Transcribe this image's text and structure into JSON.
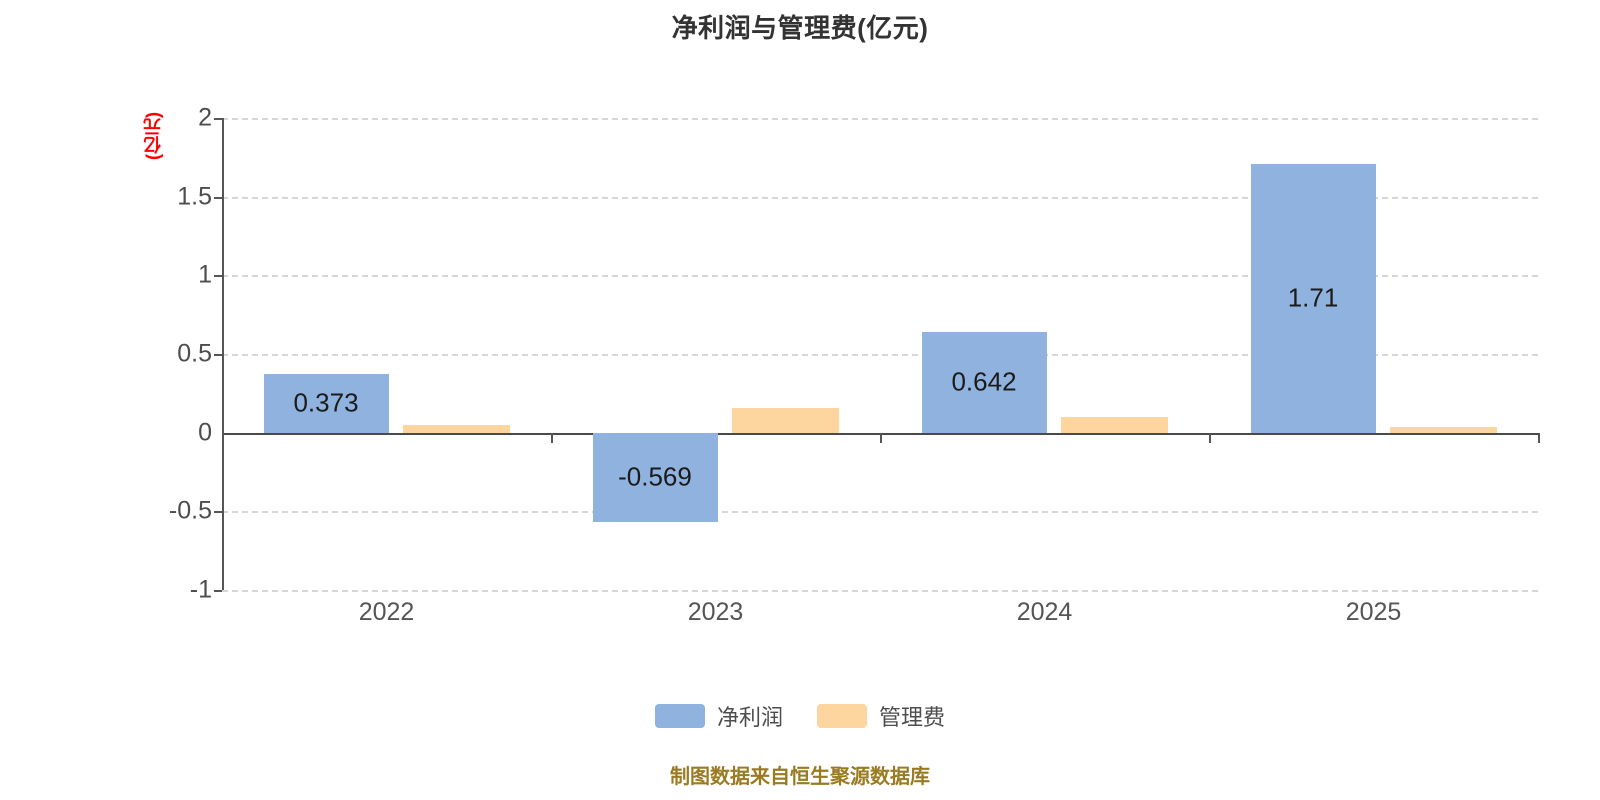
{
  "chart_data": {
    "type": "bar",
    "title": "净利润与管理费(亿元)",
    "xlabel": "",
    "ylabel": "(亿元)",
    "ylim": [
      -1,
      2
    ],
    "yticks": [
      "2",
      "1.5",
      "1",
      "0.5",
      "0",
      "-0.5",
      "-1"
    ],
    "ytick_values": [
      2,
      1.5,
      1,
      0.5,
      0,
      -0.5,
      -1
    ],
    "grid": true,
    "legend_position": "bottom",
    "categories": [
      "2022",
      "2023",
      "2024",
      "2025"
    ],
    "series": [
      {
        "name": "净利润",
        "color": "#8fb3de",
        "values": [
          0.373,
          -0.569,
          0.642,
          1.71
        ],
        "labels": [
          "0.373",
          "-0.569",
          "0.642",
          "1.71"
        ]
      },
      {
        "name": "管理费",
        "color": "#fcd69e",
        "values": [
          0.048,
          0.158,
          0.098,
          0.037
        ],
        "labels": [
          "",
          "",
          "",
          ""
        ]
      }
    ],
    "source_note": "制图数据来自恒生聚源数据库"
  },
  "legend": {
    "items": [
      {
        "label": "净利润"
      },
      {
        "label": "管理费"
      }
    ]
  }
}
